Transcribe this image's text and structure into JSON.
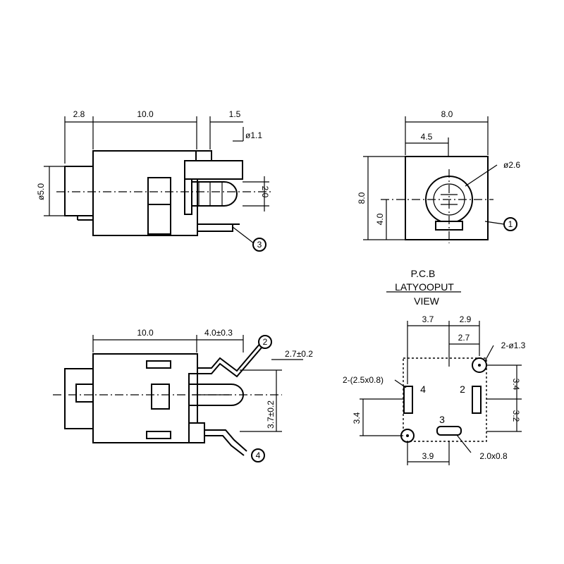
{
  "views": {
    "side_top": {
      "dims": {
        "d1": "2.8",
        "d2": "10.0",
        "d3": "1.5",
        "d4": "ø1.1",
        "d5": "ø5.0",
        "d6": "2.0"
      },
      "callout": "3"
    },
    "front": {
      "dims": {
        "width": "8.0",
        "half": "4.5",
        "hole": "ø2.6",
        "height": "8.0",
        "center": "4.0"
      },
      "callout": "1"
    },
    "side_bottom": {
      "dims": {
        "length": "10.0",
        "pin_off": "4.0±0.3",
        "pin_h": "2.7±0.2",
        "pin_v": "3.7±0.2"
      },
      "callouts": [
        "2",
        "4"
      ]
    },
    "pcb": {
      "title_lines": [
        "P.C.B",
        "LATYOOPUT",
        "VIEW"
      ],
      "dims": {
        "top_left": "3.7",
        "top_right": "2.9",
        "top_inner": "2.7",
        "holes": "2-ø1.3",
        "slots": "2-(2.5x0.8)",
        "right_upper": "3.4",
        "right_lower": "3.2",
        "left": "3.4",
        "bottom": "3.9",
        "pad": "2.0x0.8"
      },
      "pin_labels": [
        "4",
        "2",
        "3"
      ]
    }
  }
}
